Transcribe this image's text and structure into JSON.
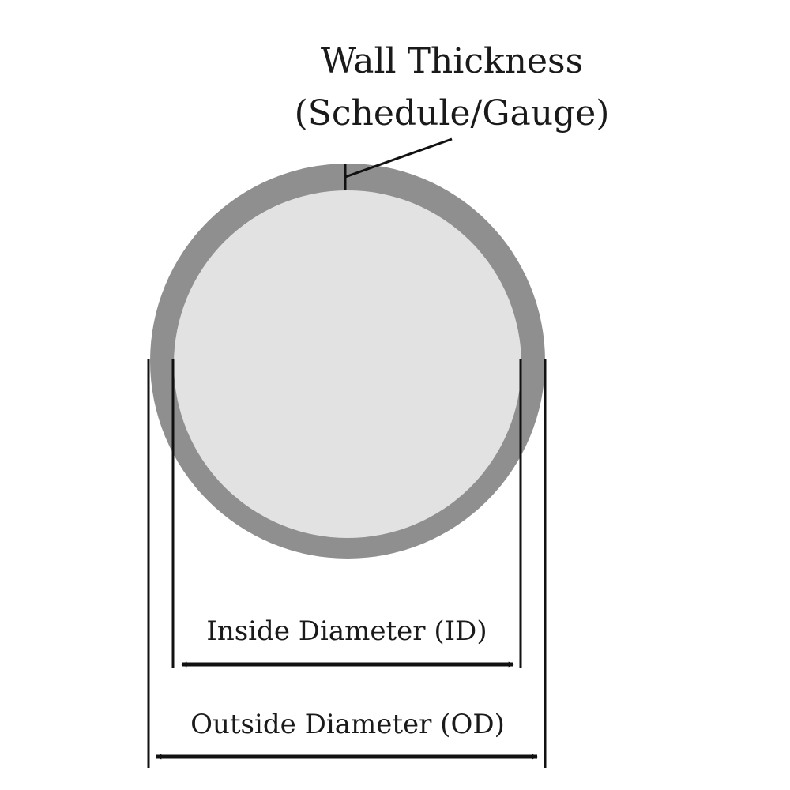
{
  "labels": {
    "wall_thickness_line1": "Wall Thickness",
    "wall_thickness_line2": "(Schedule/Gauge)",
    "inside_diameter": "Inside Diameter (ID)",
    "outside_diameter": "Outside Diameter (OD)"
  },
  "colors": {
    "background": "#ffffff",
    "pipe_wall": "#8f8f8f",
    "pipe_bore": "#e2e2e2",
    "line": "#111111",
    "text": "#1a1a1a"
  }
}
